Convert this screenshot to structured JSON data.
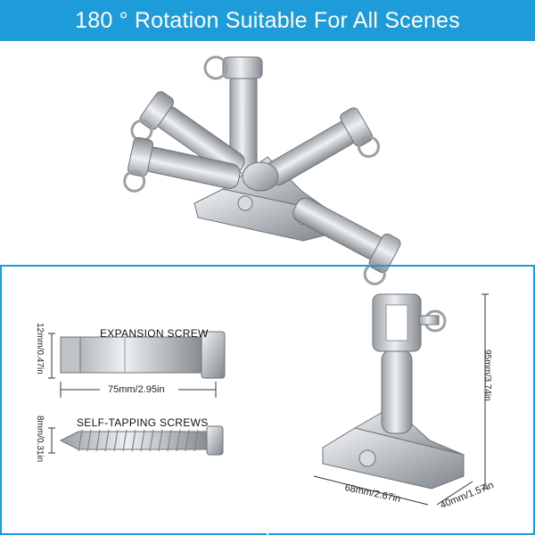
{
  "banner": {
    "title": "180 ° Rotation Suitable For All Scenes"
  },
  "colors": {
    "banner_bg": "#1e9bd9",
    "banner_text": "#ffffff",
    "metal": "#c9ccd0",
    "metal_dark": "#8d9296"
  },
  "expansion_screw": {
    "label": "EXPANSION SCREW",
    "height_dim": "12mm/0.47in",
    "length_dim": "75mm/2.95in"
  },
  "self_tapping_screw": {
    "label": "SELF-TAPPING SCREWS",
    "height_dim": "8mm/0.31in"
  },
  "bracket_dimensions": {
    "height": "95mm/3.74in",
    "width": "68mm/2.67in",
    "depth": "40mm/1.57in"
  }
}
